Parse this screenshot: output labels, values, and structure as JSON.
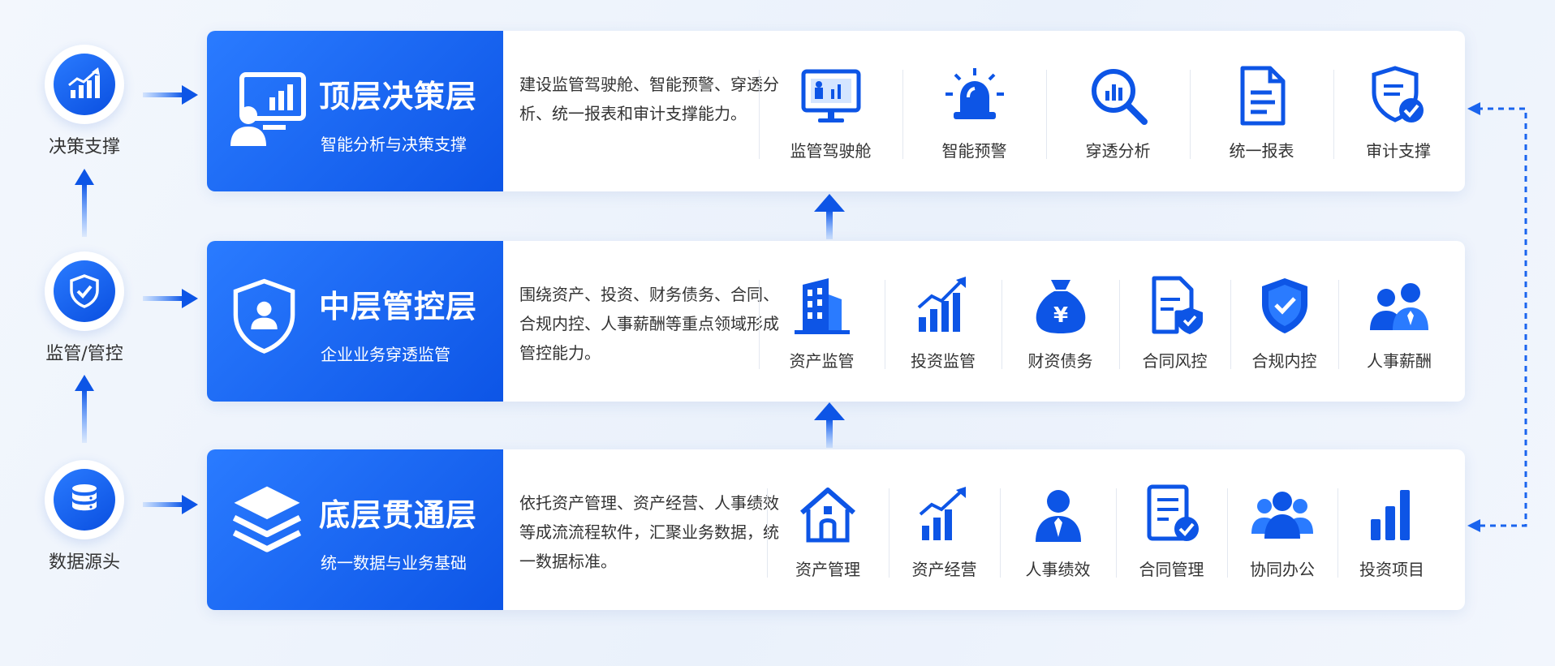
{
  "left": [
    {
      "label": "决策支撑",
      "icon": "chart-growth-icon"
    },
    {
      "label": "监管/管控",
      "icon": "shield-check-icon"
    },
    {
      "label": "数据源头",
      "icon": "database-icon"
    }
  ],
  "layers": [
    {
      "title": "顶层决策层",
      "subtitle": "智能分析与决策支撑",
      "icon": "presentation-icon",
      "description": "建设监管驾驶舱、智能预警、穿透分析、统一报表和审计支撑能力。",
      "items": [
        {
          "label": "监管驾驶舱",
          "icon": "monitor-dashboard-icon"
        },
        {
          "label": "智能预警",
          "icon": "alarm-light-icon"
        },
        {
          "label": "穿透分析",
          "icon": "magnifier-chart-icon"
        },
        {
          "label": "统一报表",
          "icon": "document-icon"
        },
        {
          "label": "审计支撑",
          "icon": "shield-document-icon"
        }
      ]
    },
    {
      "title": "中层管控层",
      "subtitle": "企业业务穿透监管",
      "icon": "shield-user-icon",
      "description": "围绕资产、投资、财务债务、合同、合规内控、人事薪酬等重点领域形成管控能力。",
      "items": [
        {
          "label": "资产监管",
          "icon": "building-icon"
        },
        {
          "label": "投资监管",
          "icon": "growth-bars-icon"
        },
        {
          "label": "财资债务",
          "icon": "money-bag-icon"
        },
        {
          "label": "合同风控",
          "icon": "contract-shield-icon"
        },
        {
          "label": "合规内控",
          "icon": "shield-check-icon"
        },
        {
          "label": "人事薪酬",
          "icon": "people-icon"
        }
      ]
    },
    {
      "title": "底层贯通层",
      "subtitle": "统一数据与业务基础",
      "icon": "layers-icon",
      "description": "依托资产管理、资产经营、人事绩效等成流流程软件，汇聚业务数据，统一数据标准。",
      "items": [
        {
          "label": "资产管理",
          "icon": "house-icon"
        },
        {
          "label": "资产经营",
          "icon": "growth-bars-icon"
        },
        {
          "label": "人事绩效",
          "icon": "person-tie-icon"
        },
        {
          "label": "合同管理",
          "icon": "contract-check-icon"
        },
        {
          "label": "协同办公",
          "icon": "team-icon"
        },
        {
          "label": "投资项目",
          "icon": "bar-chart-icon"
        }
      ]
    }
  ],
  "colors": {
    "primary": "#0d55e6",
    "accent": "#2a7bff",
    "text": "#333333"
  }
}
